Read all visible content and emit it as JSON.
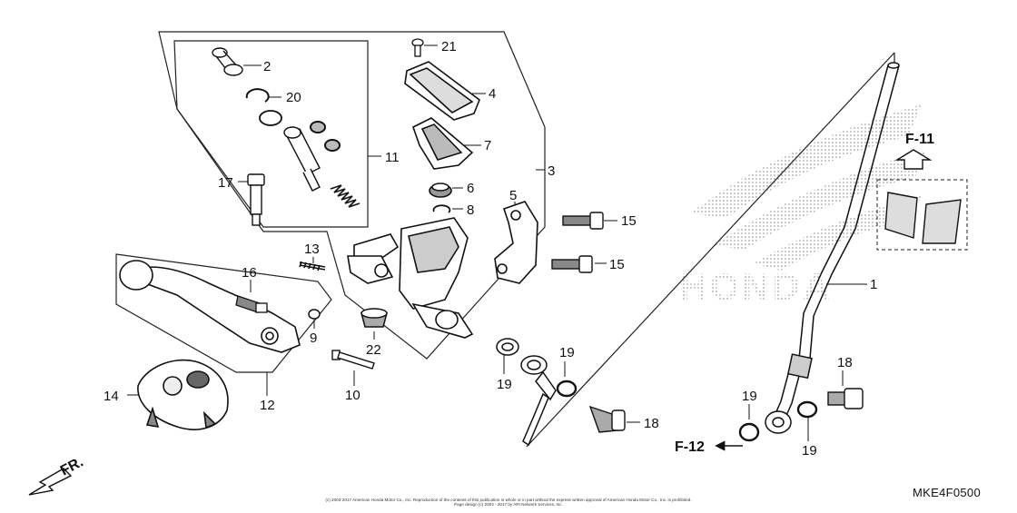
{
  "diagram": {
    "callouts": [
      {
        "id": "1",
        "label": "1"
      },
      {
        "id": "2",
        "label": "2"
      },
      {
        "id": "3",
        "label": "3"
      },
      {
        "id": "4",
        "label": "4"
      },
      {
        "id": "5",
        "label": "5"
      },
      {
        "id": "6",
        "label": "6"
      },
      {
        "id": "7",
        "label": "7"
      },
      {
        "id": "8",
        "label": "8"
      },
      {
        "id": "9",
        "label": "9"
      },
      {
        "id": "10",
        "label": "10"
      },
      {
        "id": "11",
        "label": "11"
      },
      {
        "id": "12",
        "label": "12"
      },
      {
        "id": "13",
        "label": "13"
      },
      {
        "id": "14",
        "label": "14"
      },
      {
        "id": "15a",
        "label": "15"
      },
      {
        "id": "15b",
        "label": "15"
      },
      {
        "id": "16",
        "label": "16"
      },
      {
        "id": "17",
        "label": "17"
      },
      {
        "id": "18a",
        "label": "18"
      },
      {
        "id": "18b",
        "label": "18"
      },
      {
        "id": "19a",
        "label": "19"
      },
      {
        "id": "19b",
        "label": "19"
      },
      {
        "id": "19c",
        "label": "19"
      },
      {
        "id": "19d",
        "label": "19"
      },
      {
        "id": "20",
        "label": "20"
      },
      {
        "id": "21",
        "label": "21"
      },
      {
        "id": "22",
        "label": "22"
      }
    ],
    "references": {
      "f11": "F-11",
      "f12": "F-12",
      "front": "FR."
    },
    "watermark": "HONDA",
    "diagram_code": "MKE4F0500",
    "copyright_lines": [
      "(c) 2003-2017 American Honda Motor Co., Inc. Reproduction of the contents of this publication in whole or in part without the express written approval of American Honda Motor Co., Inc. is prohibited.",
      "Page design (c) 2004 - 2017 by ARI Network Services, Inc."
    ]
  }
}
